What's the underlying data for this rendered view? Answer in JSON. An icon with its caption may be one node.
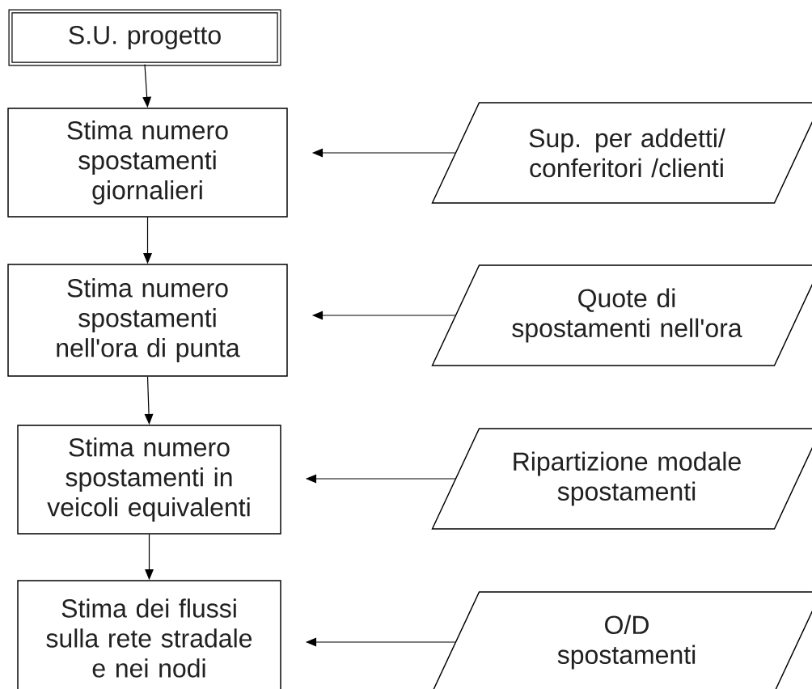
{
  "diagram": {
    "nodes": [
      {
        "text": [
          "S.U. progetto"
        ]
      },
      {
        "text": [
          "Stima numero spostamenti giornalieri"
        ]
      },
      {
        "text": [
          "Sup. per addetti/ conferitori /clienti"
        ]
      },
      {
        "text": [
          "Stima numero spostamenti nell'ora di punta"
        ]
      },
      {
        "text": [
          "Quote di spostamenti nell'ora"
        ]
      },
      {
        "text": [
          "Stima numero spostamenti in veicoli equivalenti"
        ]
      },
      {
        "text": [
          "Ripartizione modale spostamenti"
        ]
      },
      {
        "text": [
          "Stima dei flussi sulla rete stradale e nei nodi"
        ]
      },
      {
        "text": [
          "O/D spostamenti"
        ]
      }
    ],
    "edges": [
      {
        "from": 0,
        "to": 1,
        "arrow": "to"
      },
      {
        "from": 2,
        "to": 1,
        "arrow": "to"
      },
      {
        "from": 1,
        "to": 3,
        "arrow": "to"
      },
      {
        "from": 4,
        "to": 3,
        "arrow": "to"
      },
      {
        "from": 3,
        "to": 5,
        "arrow": "to"
      },
      {
        "from": 6,
        "to": 5,
        "arrow": "to"
      },
      {
        "from": 5,
        "to": 7,
        "arrow": "to"
      },
      {
        "from": 8,
        "to": 7,
        "arrow": "to"
      }
    ]
  }
}
